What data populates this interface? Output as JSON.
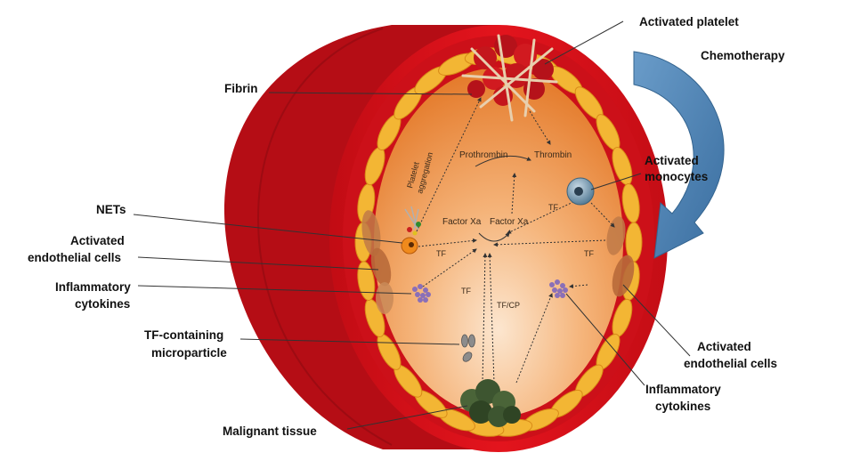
{
  "labels": {
    "activated_platelet": "Activated platelet",
    "chemotherapy": "Chemotherapy",
    "fibrin": "Fibrin",
    "activated_monocytes_1": "Activated",
    "activated_monocytes_2": "monocytes",
    "nets": "NETs",
    "activated_endothelial_left_1": "Activated",
    "activated_endothelial_left_2": "endothelial cells",
    "inflammatory_cytokines_left_1": "Inflammatory",
    "inflammatory_cytokines_left_2": "cytokines",
    "tf_microparticle_1": "TF-containing",
    "tf_microparticle_2": "microparticle",
    "malignant_tissue": "Malignant tissue",
    "activated_endothelial_right_1": "Activated",
    "activated_endothelial_right_2": "endothelial cells",
    "inflammatory_cytokines_right_1": "Inflammatory",
    "inflammatory_cytokines_right_2": "cytokines"
  },
  "inner": {
    "platelet_aggregation_1": "Platelet",
    "platelet_aggregation_2": "aggregation",
    "prothrombin": "Prothrombin",
    "thrombin": "Thrombin",
    "factor_xa_left": "Factor Xa",
    "factor_xa_right": "Factor Xa",
    "tf_right_upper": "TF",
    "tf_left": "TF",
    "tf_right_lower": "TF",
    "tf_center": "TF",
    "tf_cp": "TF/CP"
  },
  "colors": {
    "vessel_red": "#d4101a",
    "vessel_dark": "#b00c14",
    "lumen_light": "#fbe2c8",
    "lumen_dark": "#e07b28",
    "endothelial": "#f3b634",
    "chemo_arrow": "#4f86b8",
    "tumor": "#3d5530"
  }
}
